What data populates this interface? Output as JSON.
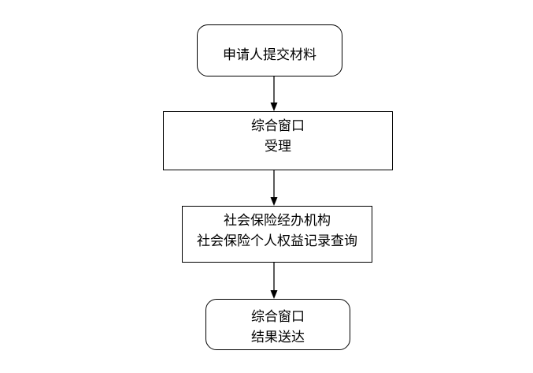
{
  "nodes": [
    {
      "lines": [
        "申请人提交材料"
      ]
    },
    {
      "lines": [
        "综合窗口",
        "受理"
      ]
    },
    {
      "lines": [
        "社会保险经办机构",
        "社会保险个人权益记录查询"
      ]
    },
    {
      "lines": [
        "综合窗口",
        "结果送达"
      ]
    }
  ],
  "colors": {
    "stroke": "#000000",
    "background": "#ffffff"
  }
}
